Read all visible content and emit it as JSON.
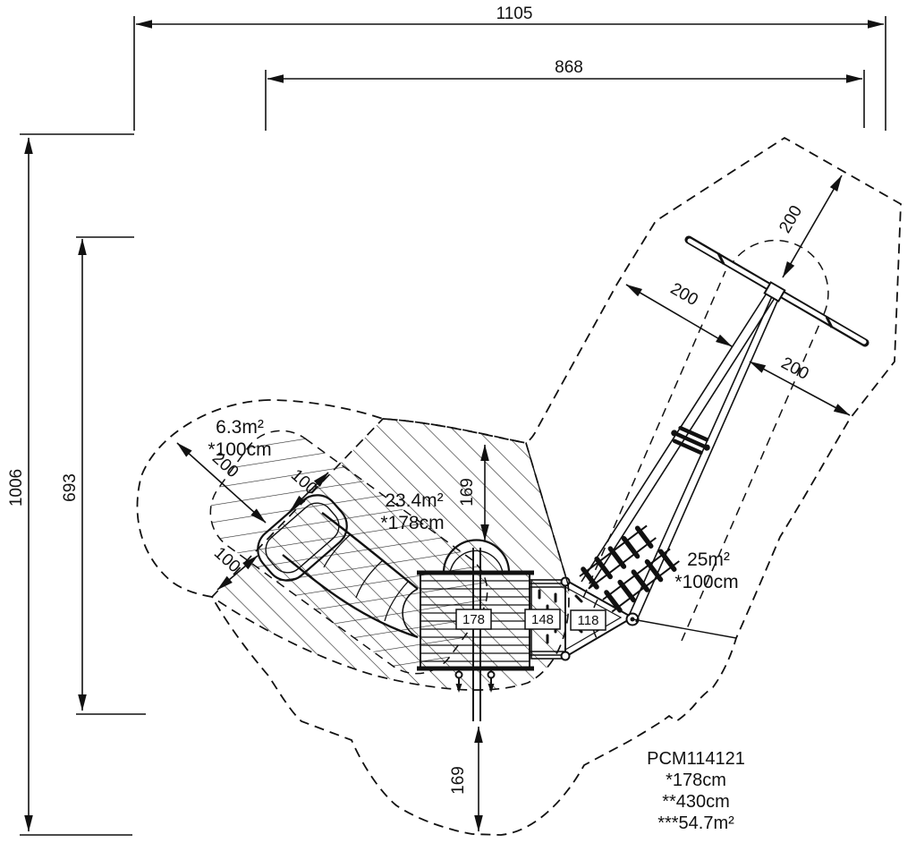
{
  "drawing": {
    "overall_dims": {
      "width": "1105",
      "inner_width": "868",
      "height": "1006",
      "inner_height": "693"
    },
    "zones": [
      {
        "area": "6.3m²",
        "fall_height": "*100cm"
      },
      {
        "area": "23.4m²",
        "fall_height": "*178cm"
      },
      {
        "area": "25m²",
        "fall_height": "*100cm"
      }
    ],
    "clearances": {
      "slide_length": "200",
      "slide_side_upper": "100",
      "slide_side_lower": "100",
      "front_upper": "169",
      "front_lower": "169",
      "swing_axis": "200",
      "swing_side_left": "200",
      "swing_side_right": "200"
    },
    "platform_heights": {
      "deck_main": "178",
      "deck_mid": "148",
      "deck_triangle": "118"
    },
    "footer": {
      "code": "PCM114121",
      "line1": "*178cm",
      "line2": "**430cm",
      "line3": "***54.7m²"
    }
  }
}
